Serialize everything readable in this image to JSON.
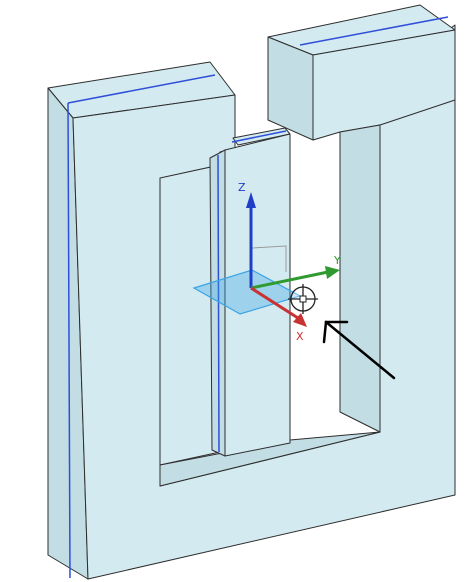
{
  "viewport": {
    "background": "#ffffff",
    "model": {
      "name": "core-shape",
      "face_color": "#d3eaf0",
      "edge_color": "#2e2e2e",
      "highlight_edge_color": "#2f4fd8"
    },
    "triad": {
      "z_label": "Z",
      "y_label": "Y",
      "x_label": "X",
      "z_color": "#1f3fc8",
      "y_color": "#2f9a2f",
      "x_color": "#c83232",
      "plane_color": "#3aa4e6"
    },
    "cursor_icon": "move-cursor-icon",
    "pointer_icon": "arrow-pointer-icon"
  }
}
